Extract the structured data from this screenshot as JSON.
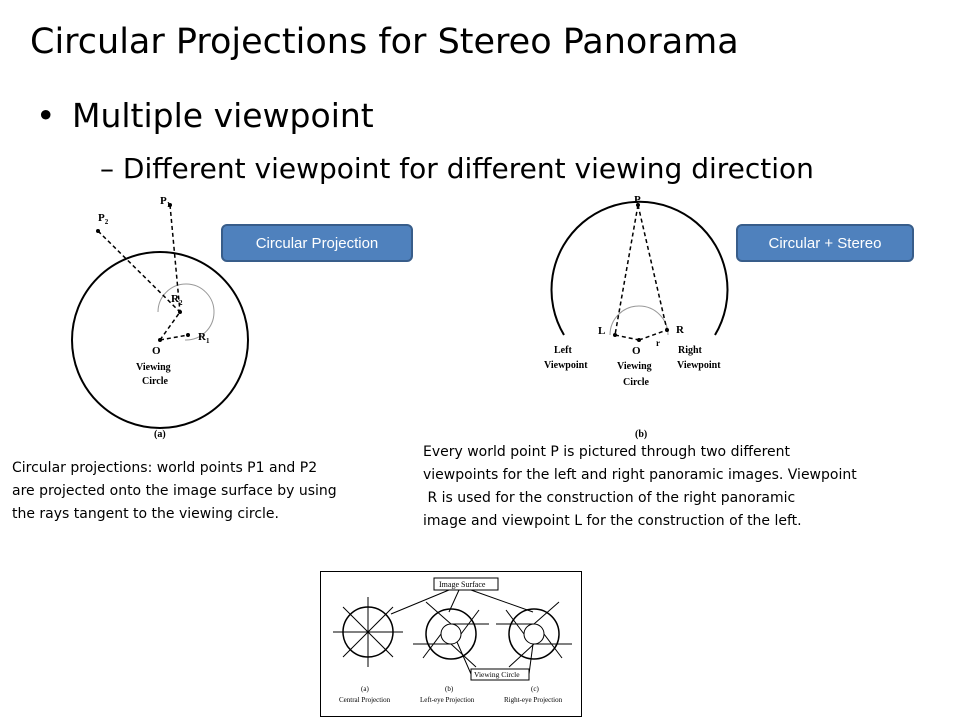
{
  "slide": {
    "title": "Circular Projections for Stereo Panorama",
    "bullet": "Multiple viewpoint",
    "sub_bullet": "Different viewpoint for different viewing direction"
  },
  "buttons": {
    "circular_projection": "Circular Projection",
    "circular_stereo": "Circular + Stereo"
  },
  "figure_a": {
    "p1": "P",
    "p1_sub": "1",
    "p2": "P",
    "p2_sub": "2",
    "r1": "R",
    "r1_sub": "1",
    "r2": "R",
    "r2_sub": "2",
    "o": "O",
    "viewing": "Viewing",
    "circle": "Circle",
    "caption": "(a)"
  },
  "figure_b": {
    "p": "P",
    "l": "L",
    "r_big": "R",
    "o": "O",
    "r_small": "r",
    "left": "Left",
    "viewpoint_left": "Viewpoint",
    "viewing": "Viewing",
    "circle": "Circle",
    "right": "Right",
    "viewpoint_right": "Viewpoint",
    "caption": "(b)"
  },
  "captions": {
    "left": [
      "Circular projections:  world points P1 and P2",
      "are projected onto the image surface by using",
      "the rays tangent to the viewing circle."
    ],
    "right": [
      "Every world point P is pictured through two different",
      "viewpoints for the left and right panoramic images. Viewpoint",
      " R is used for the construction of the right panoramic",
      "image and viewpoint L for the construction of the left."
    ]
  },
  "bottom_figure": {
    "image_surface": "Image Surface",
    "viewing_circle": "Viewing Circle",
    "a": "(a)",
    "a_label": "Central Projection",
    "b": "(b)",
    "b_label": "Left-eye Projection",
    "c": "(c)",
    "c_label": "Right-eye Projection"
  }
}
